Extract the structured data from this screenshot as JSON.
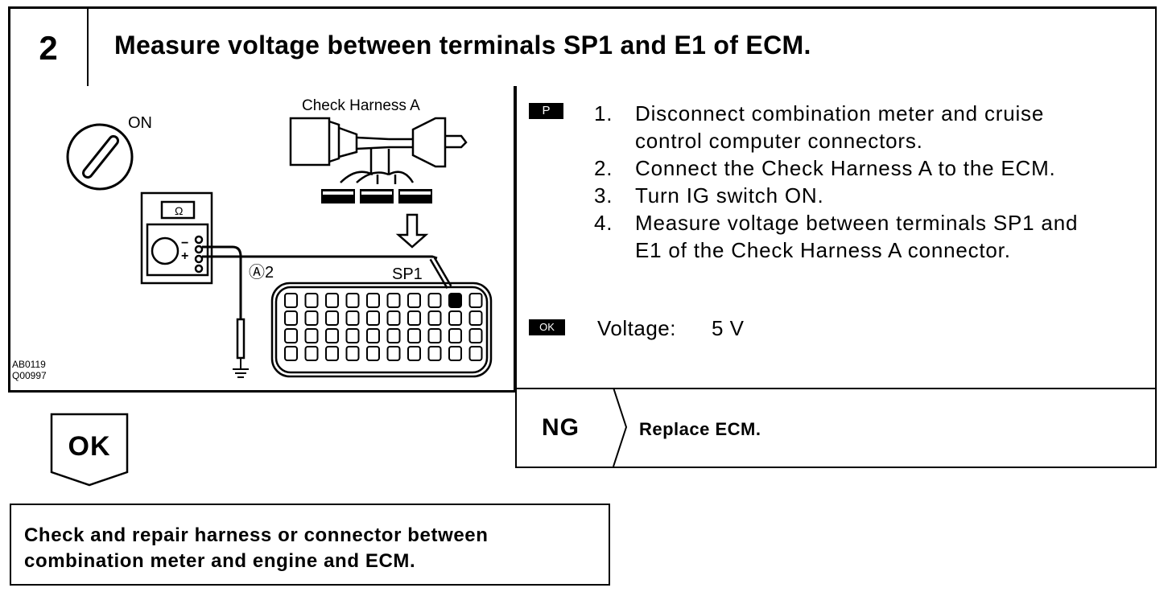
{
  "header": {
    "step_number": "2",
    "title": "Measure voltage between terminals SP1 and E1 of ECM."
  },
  "diagram": {
    "ignition_label": "ON",
    "harness_label": "Check Harness A",
    "probe_label": "Ⓐ2",
    "terminal_label": "SP1",
    "meter_symbol": "Ω",
    "figure_code_1": "AB0119",
    "figure_code_2": "Q00997"
  },
  "procedure": {
    "p_badge": "P",
    "steps": [
      {
        "num": "1.",
        "lines": [
          "Disconnect   combination   meter   and   cruise",
          "control computer connectors."
        ]
      },
      {
        "num": "2.",
        "lines": [
          "Connect  the  Check  Harness  A  to  the  ECM."
        ]
      },
      {
        "num": "3.",
        "lines": [
          "Turn IG switch ON."
        ]
      },
      {
        "num": "4.",
        "lines": [
          "Measure voltage between terminals SP1 and",
          "E1 of the Check Harness A connector."
        ]
      }
    ],
    "ok_badge": "OK",
    "voltage_label": "Voltage:",
    "voltage_value": "5 V"
  },
  "ng": {
    "label": "NG",
    "action": "Replace ECM."
  },
  "ok_branch": {
    "label": "OK",
    "result_lines": [
      "Check and repair harness or connector between",
      "combination meter and engine and ECM."
    ]
  }
}
